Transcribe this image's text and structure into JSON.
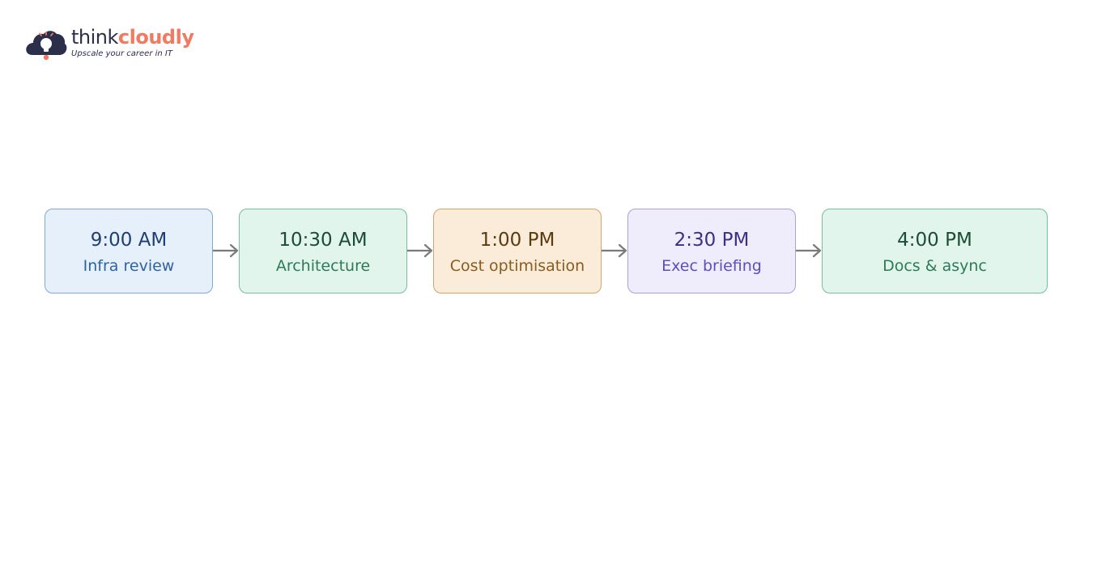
{
  "brand": {
    "name_prefix": "think",
    "name_suffix": "cloudly",
    "tagline": "Upscale your career in IT",
    "colors": {
      "dark": "#2b2f4a",
      "accent": "#f07a62"
    },
    "icon": "cloud-lightbulb-icon"
  },
  "timeline": {
    "arrow_color": "#7a7a7a",
    "steps": [
      {
        "time": "9:00 AM",
        "label": "Infra review",
        "colors": {
          "fill": "#e6f0fb",
          "border": "#7fa8d6",
          "time": "#1f3f73",
          "label": "#2d63a6"
        }
      },
      {
        "time": "10:30 AM",
        "label": "Architecture",
        "colors": {
          "fill": "#e2f5ed",
          "border": "#74bf9c",
          "time": "#1c4b38",
          "label": "#2d7a58"
        }
      },
      {
        "time": "1:00 PM",
        "label": "Cost optimisation",
        "colors": {
          "fill": "#faecd9",
          "border": "#d1a56a",
          "time": "#5c3a10",
          "label": "#8a5a1e"
        }
      },
      {
        "time": "2:30 PM",
        "label": "Exec briefing",
        "colors": {
          "fill": "#efedfc",
          "border": "#a9a0e0",
          "time": "#3b2f86",
          "label": "#5b4fc0"
        }
      },
      {
        "time": "4:00 PM",
        "label": "Docs & async",
        "colors": {
          "fill": "#e2f5ed",
          "border": "#74bf9c",
          "time": "#1c4b38",
          "label": "#2d7a58"
        }
      }
    ]
  }
}
